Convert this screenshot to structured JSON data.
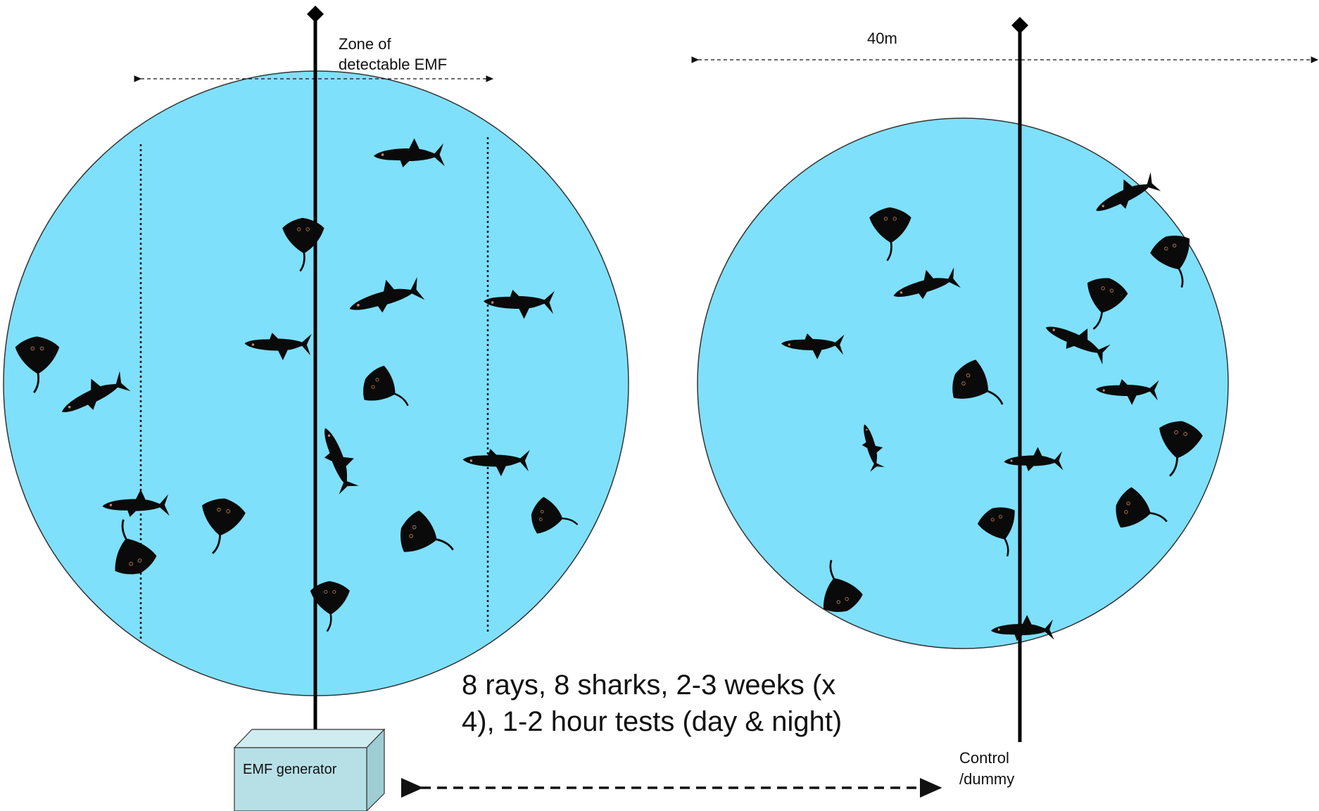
{
  "labels": {
    "zone_line1": "Zone of",
    "zone_line2": "detectable EMF",
    "distance": "40m",
    "summary_line1": "8 rays, 8 sharks, 2-3 weeks (x",
    "summary_line2": "4), 1-2 hour tests (day & night)",
    "generator": "EMF generator",
    "control_line1": "Control",
    "control_line2": "/dummy"
  },
  "colors": {
    "water": "#7fe0fb",
    "generator_box": "#b7e0e6",
    "animal": "#0a0a0a"
  },
  "icons": {
    "shark": "shark-icon",
    "ray": "stingray-icon",
    "cable_end": "diamond-marker-icon"
  }
}
